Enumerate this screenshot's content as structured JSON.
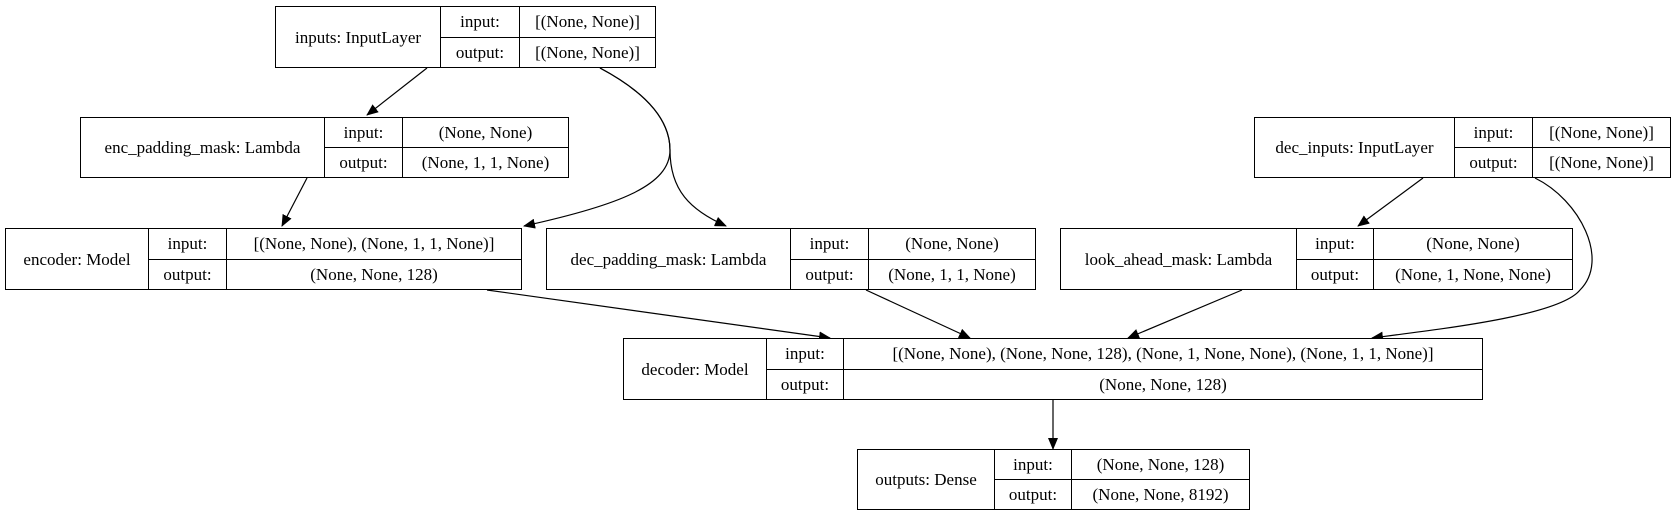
{
  "io_labels": {
    "input": "input:",
    "output": "output:"
  },
  "nodes": {
    "inputs": {
      "name": "inputs: InputLayer",
      "input": "[(None, None)]",
      "output": "[(None, None)]"
    },
    "enc_padding_mask": {
      "name": "enc_padding_mask: Lambda",
      "input": "(None, None)",
      "output": "(None, 1, 1, None)"
    },
    "dec_inputs": {
      "name": "dec_inputs: InputLayer",
      "input": "[(None, None)]",
      "output": "[(None, None)]"
    },
    "encoder": {
      "name": "encoder: Model",
      "input": "[(None, None), (None, 1, 1, None)]",
      "output": "(None, None, 128)"
    },
    "dec_padding_mask": {
      "name": "dec_padding_mask: Lambda",
      "input": "(None, None)",
      "output": "(None, 1, 1, None)"
    },
    "look_ahead_mask": {
      "name": "look_ahead_mask: Lambda",
      "input": "(None, None)",
      "output": "(None, 1, None, None)"
    },
    "decoder": {
      "name": "decoder: Model",
      "input": "[(None, None), (None, None, 128), (None, 1, None, None), (None, 1, 1, None)]",
      "output": "(None, None, 128)"
    },
    "outputs": {
      "name": "outputs: Dense",
      "input": "(None, None, 128)",
      "output": "(None, None, 8192)"
    }
  },
  "edges": [
    {
      "from": "inputs",
      "to": "enc_padding_mask"
    },
    {
      "from": "inputs",
      "to": "encoder"
    },
    {
      "from": "inputs",
      "to": "dec_padding_mask"
    },
    {
      "from": "enc_padding_mask",
      "to": "encoder"
    },
    {
      "from": "dec_inputs",
      "to": "look_ahead_mask"
    },
    {
      "from": "dec_inputs",
      "to": "decoder"
    },
    {
      "from": "encoder",
      "to": "decoder"
    },
    {
      "from": "dec_padding_mask",
      "to": "decoder"
    },
    {
      "from": "look_ahead_mask",
      "to": "decoder"
    },
    {
      "from": "decoder",
      "to": "outputs"
    }
  ]
}
